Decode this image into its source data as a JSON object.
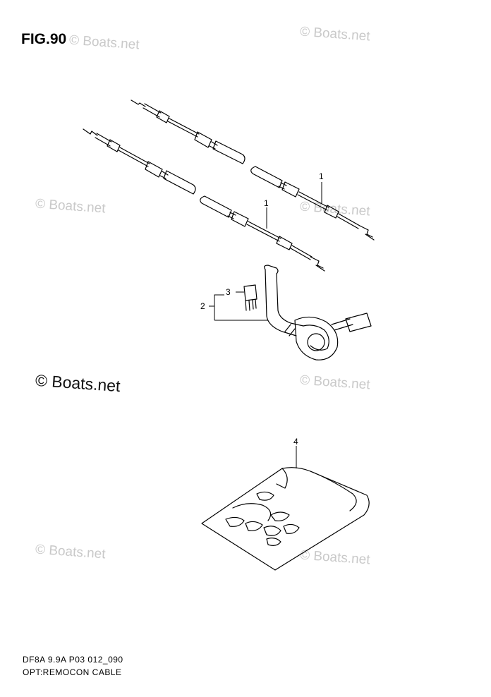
{
  "figure": {
    "title": "FIG.90"
  },
  "watermark": {
    "text": "© Boats.net",
    "main_text": "© Boats.net"
  },
  "callouts": [
    {
      "id": "c1a",
      "label": "1"
    },
    {
      "id": "c1b",
      "label": "1"
    },
    {
      "id": "c2",
      "label": "2"
    },
    {
      "id": "c3",
      "label": "3"
    },
    {
      "id": "c4",
      "label": "4"
    }
  ],
  "footer": {
    "code": "DF8A 9.9A P03 012_090",
    "caption": "OPT:REMOCON CABLE"
  },
  "colors": {
    "line": "#000000",
    "watermark": "#c9c9c9",
    "background": "#ffffff"
  }
}
